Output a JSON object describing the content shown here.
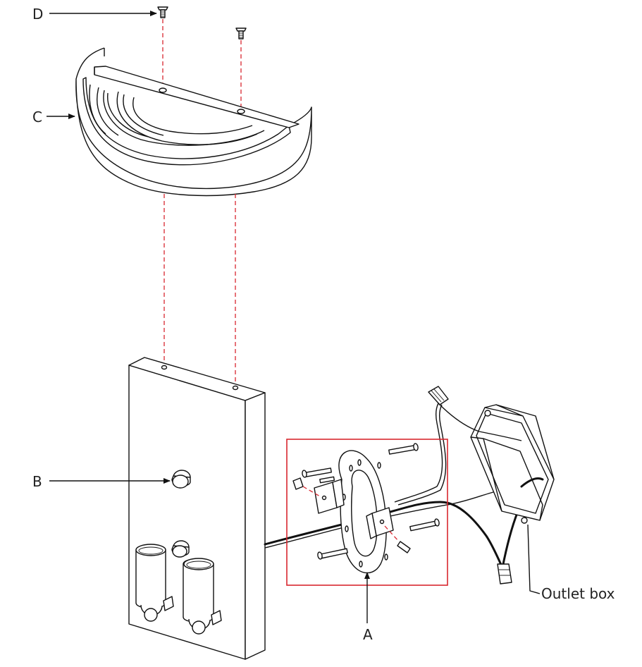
{
  "labels": {
    "a": "A",
    "b": "B",
    "c": "C",
    "d": "D",
    "outlet_box": "Outlet box"
  },
  "colors": {
    "line": "#111111",
    "highlight_box": "#d8272f",
    "guide_dash": "#d8272f"
  }
}
